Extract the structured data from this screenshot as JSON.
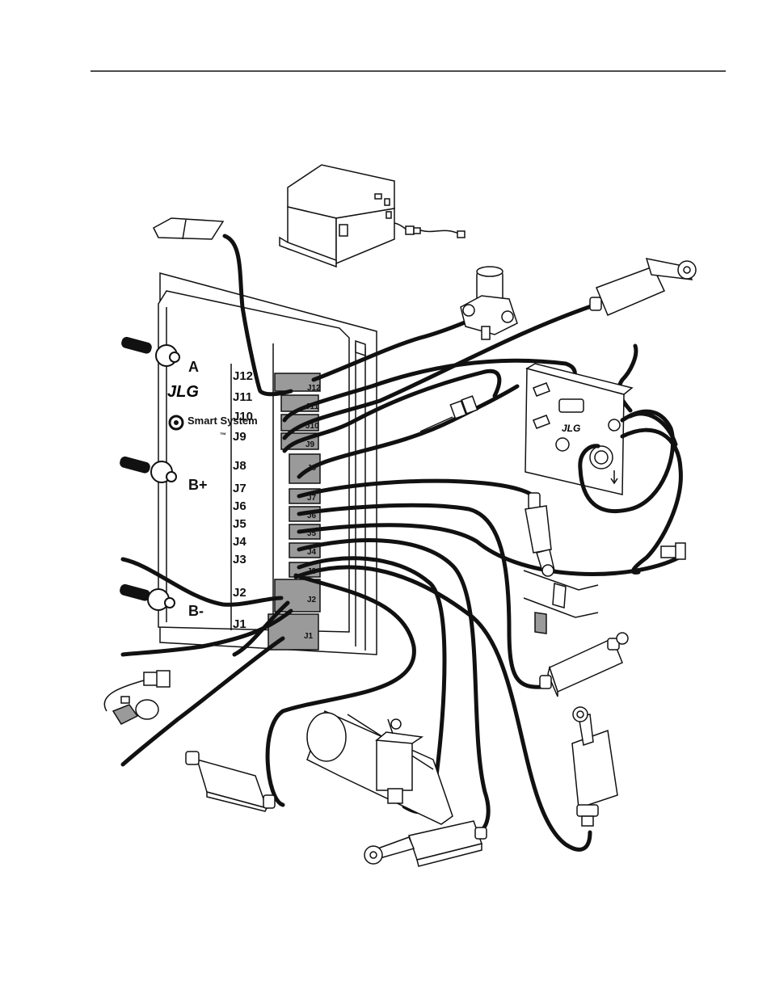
{
  "module": {
    "logo_text": "JLG",
    "brand_name": "Smart System",
    "brand_tm": "™",
    "terminals": [
      {
        "key": "a",
        "label": "A"
      },
      {
        "key": "bplus",
        "label": "B+"
      },
      {
        "key": "bminus",
        "label": "B-"
      }
    ],
    "jack_labels": [
      "J12",
      "J11",
      "J10",
      "J9",
      "J8",
      "J7",
      "J6",
      "J5",
      "J4",
      "J3",
      "J2",
      "J1"
    ],
    "plug_labels": [
      "J12",
      "J11",
      "J10",
      "J9",
      "J8",
      "J7",
      "J6",
      "J5",
      "J4",
      "J3",
      "J2",
      "J1"
    ]
  },
  "control_panel": {
    "logo_text": "JLG"
  },
  "colors": {
    "ink": "#111111",
    "plug_fill": "#9a9a9a",
    "paper": "#ffffff"
  }
}
